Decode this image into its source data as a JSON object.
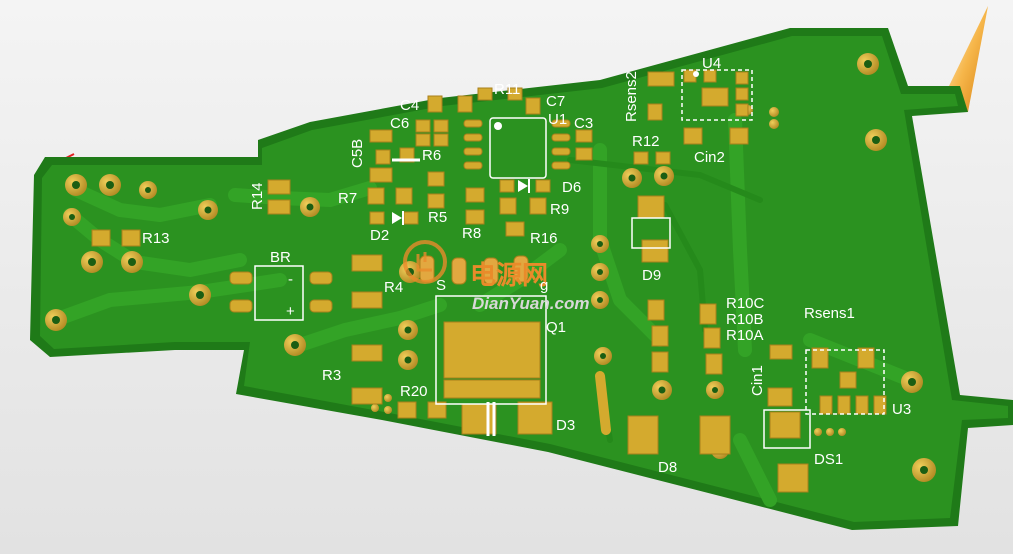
{
  "colors": {
    "background_top": "#f4f4f4",
    "background_bottom": "#e2e2e2",
    "board_edge": "#1f7a18",
    "copper_pour": "#2b9220",
    "trace": "#33a326",
    "pad_gold": "#d4aa2e",
    "pad_gold_dark": "#a9801b",
    "silkscreen": "#ffffff",
    "probe_orange": "#f2a93b",
    "watermark_orange": "#e98b2a",
    "watermark_grey": "#d8d8d8"
  },
  "watermark": {
    "chinese": "电源网",
    "english": "DianYuan.com"
  },
  "labels": {
    "rsens2": "Rsens2",
    "u4": "U4",
    "r11": "R11",
    "c4": "C4",
    "c7": "C7",
    "u1": "U1",
    "c6": "C6",
    "c3": "C3",
    "c5b": "C5B",
    "r6": "R6",
    "r12": "R12",
    "cin2": "Cin2",
    "r14": "R14",
    "r7": "R7",
    "d6": "D6",
    "r5": "R5",
    "r9": "R9",
    "r13": "R13",
    "d2": "D2",
    "r8": "R8",
    "r16": "R16",
    "br": "BR",
    "d9": "D9",
    "r4": "R4",
    "s": "S",
    "g": "g",
    "r10c": "R10C",
    "r10b": "R10B",
    "r10a": "R10A",
    "rsens1": "Rsens1",
    "q1": "Q1",
    "cin1": "Cin1",
    "r3": "R3",
    "r20": "R20",
    "u3": "U3",
    "d3": "D3",
    "d8": "D8",
    "ds1": "DS1",
    "br_minus": "-",
    "br_plus": "+"
  }
}
